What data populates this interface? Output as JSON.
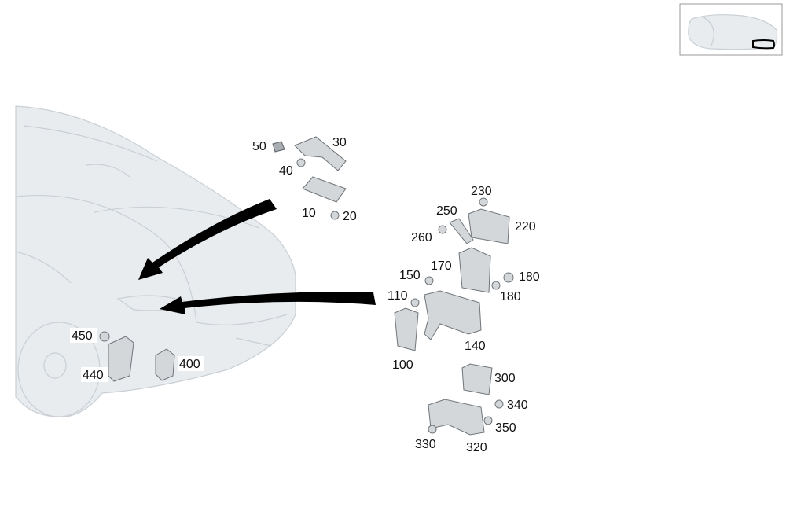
{
  "colors": {
    "background": "#ffffff",
    "car_body": "#e8ecef",
    "part_fill": "#d4d7da",
    "arrow": "#000000",
    "thumbnail_highlight": "#000000"
  },
  "labels": {
    "l10": "10",
    "l20": "20",
    "l30": "30",
    "l40": "40",
    "l50": "50",
    "l100": "100",
    "l110": "110",
    "l140": "140",
    "l150": "150",
    "l170": "170",
    "l180a": "180",
    "l180b": "180",
    "l220": "220",
    "l230": "230",
    "l250": "250",
    "l260": "260",
    "l300": "300",
    "l320": "320",
    "l330": "330",
    "l340": "340",
    "l350": "350",
    "l400": "400",
    "l440": "440",
    "l450": "450"
  }
}
